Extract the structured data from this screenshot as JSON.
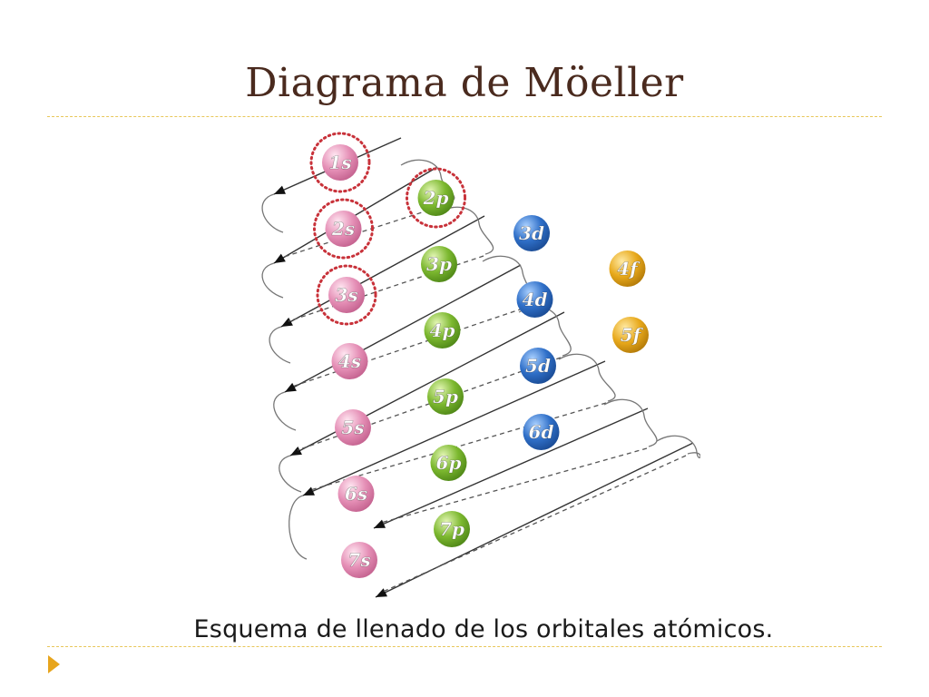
{
  "slide": {
    "title": "Diagrama de Möeller",
    "caption": "Esquema de llenado de los orbitales atómicos."
  },
  "diagram": {
    "orbitals": [
      {
        "label": "1s",
        "type": "s",
        "shell": 1,
        "circled": true
      },
      {
        "label": "2s",
        "type": "s",
        "shell": 2,
        "circled": true
      },
      {
        "label": "2p",
        "type": "p",
        "shell": 2,
        "circled": true
      },
      {
        "label": "3s",
        "type": "s",
        "shell": 3,
        "circled": true
      },
      {
        "label": "3p",
        "type": "p",
        "shell": 3,
        "circled": false
      },
      {
        "label": "3d",
        "type": "d",
        "shell": 3,
        "circled": false
      },
      {
        "label": "4s",
        "type": "s",
        "shell": 4,
        "circled": false
      },
      {
        "label": "4p",
        "type": "p",
        "shell": 4,
        "circled": false
      },
      {
        "label": "4d",
        "type": "d",
        "shell": 4,
        "circled": false
      },
      {
        "label": "4f",
        "type": "f",
        "shell": 4,
        "circled": false
      },
      {
        "label": "5s",
        "type": "s",
        "shell": 5,
        "circled": false
      },
      {
        "label": "5p",
        "type": "p",
        "shell": 5,
        "circled": false
      },
      {
        "label": "5d",
        "type": "d",
        "shell": 5,
        "circled": false
      },
      {
        "label": "5f",
        "type": "f",
        "shell": 5,
        "circled": false
      },
      {
        "label": "6s",
        "type": "s",
        "shell": 6,
        "circled": false
      },
      {
        "label": "6p",
        "type": "p",
        "shell": 6,
        "circled": false
      },
      {
        "label": "6d",
        "type": "d",
        "shell": 6,
        "circled": false
      },
      {
        "label": "7s",
        "type": "s",
        "shell": 7,
        "circled": false
      },
      {
        "label": "7p",
        "type": "p",
        "shell": 7,
        "circled": false
      }
    ],
    "colors": {
      "s": "#e58fb6",
      "p": "#7cb82f",
      "d": "#2f6fc8",
      "f": "#e8a91c",
      "circle_marker": "#c8323a",
      "line": "#333333",
      "title": "#4a2a1e",
      "accent": "#e7a51d"
    }
  }
}
